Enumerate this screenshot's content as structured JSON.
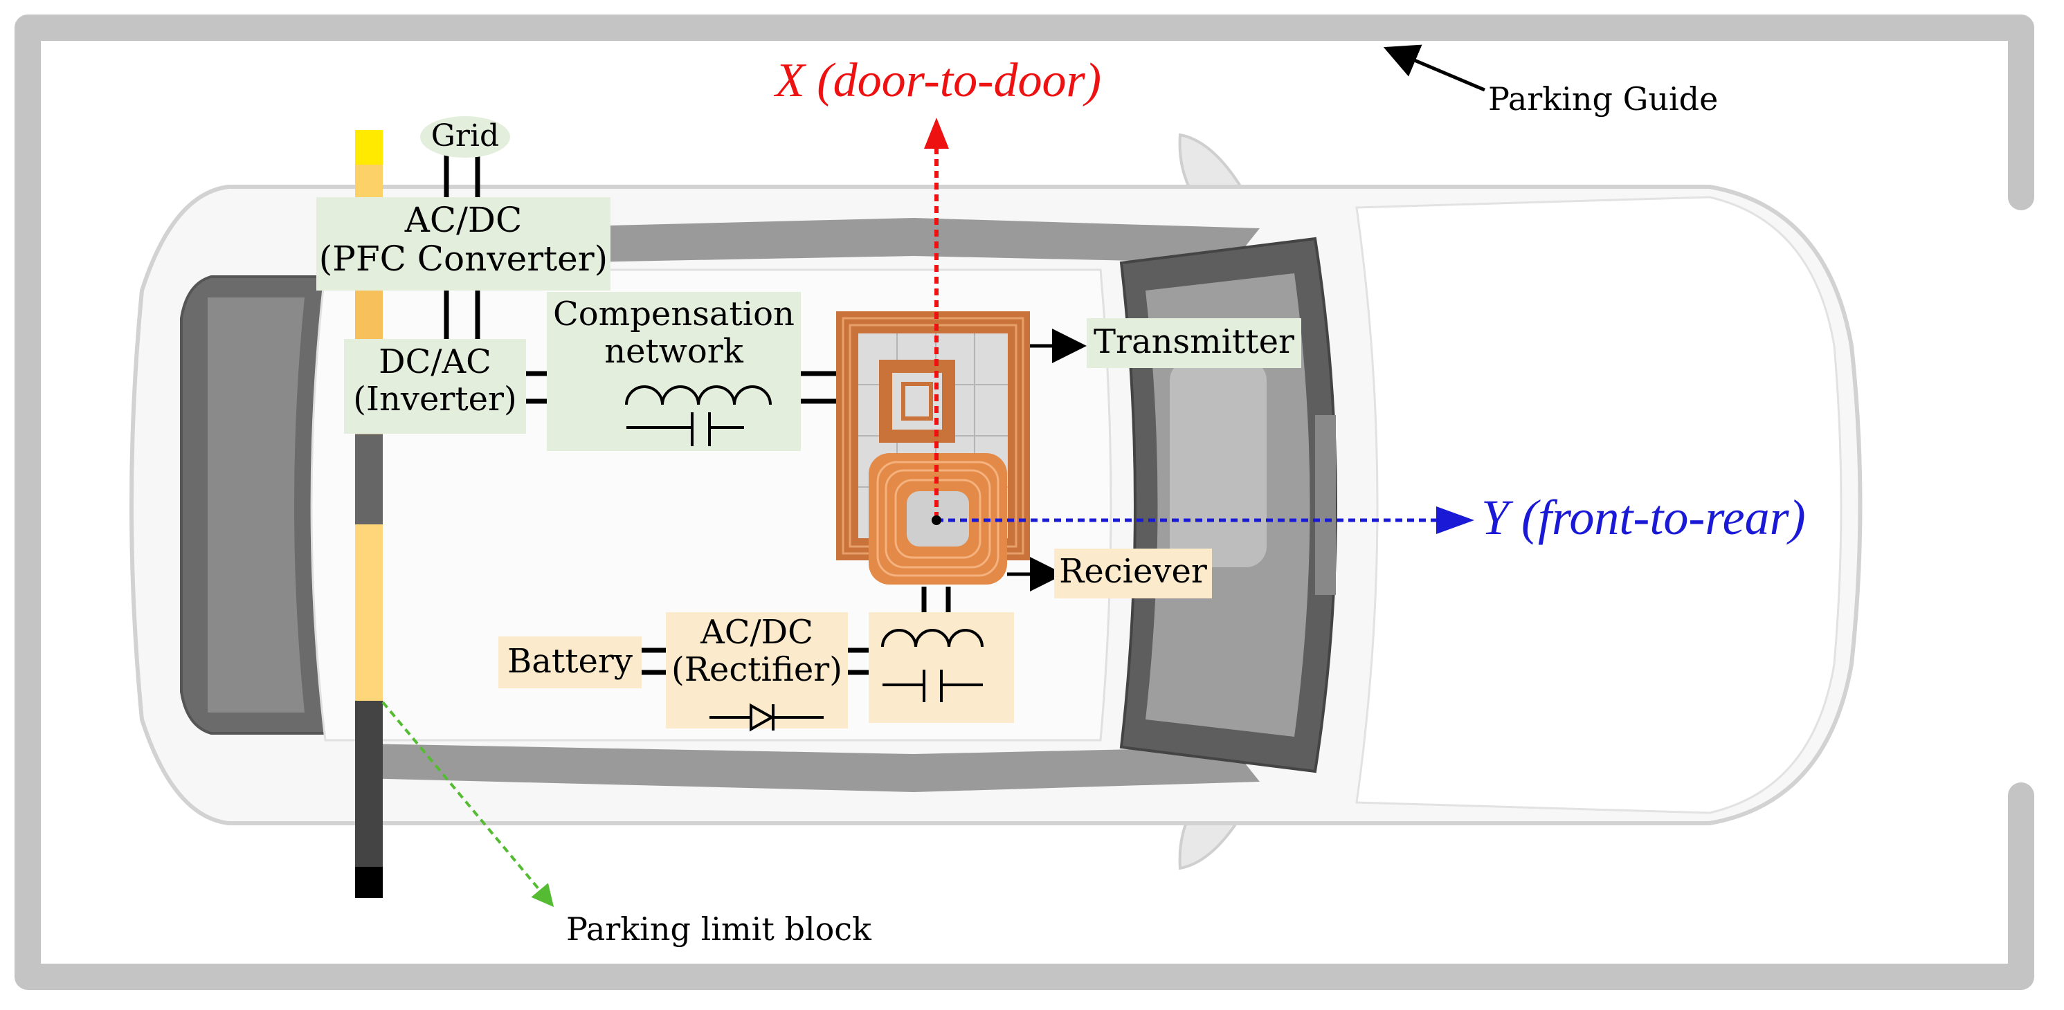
{
  "labels": {
    "x_axis": "X (door-to-door)",
    "y_axis": "Y (front-to-rear)",
    "parking_guide": "Parking Guide",
    "parking_limit_block": "Parking limit block",
    "grid": "Grid",
    "acdc_pfc_line1": "AC/DC",
    "acdc_pfc_line2": "(PFC Converter)",
    "dcac_line1": "DC/AC",
    "dcac_line2": "(Inverter)",
    "comp_line1": "Compensation",
    "comp_line2": "network",
    "transmitter": "Transmitter",
    "receiver": "Reciever",
    "battery": "Battery",
    "rect_line1": "AC/DC",
    "rect_line2": "(Rectifier)"
  },
  "colors": {
    "x_axis": "#ee1111",
    "y_axis": "#1a1ad6",
    "parking_arrow": "#55bb33",
    "primary_box": "#e3eedc",
    "secondary_box": "#fbeacb",
    "coil": "#c9733a",
    "frame": "#c4c4c4"
  }
}
